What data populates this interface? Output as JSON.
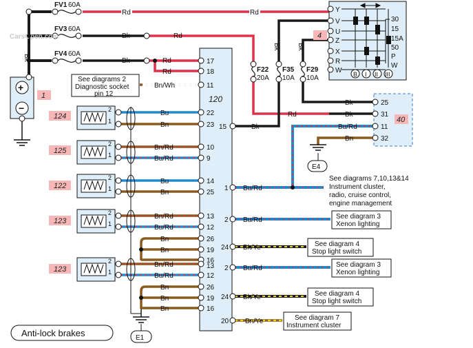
{
  "watermark": "CarsOpen.com",
  "title": "Anti-lock brakes",
  "battery": {
    "ref": "1",
    "plus": "+",
    "minus": "−",
    "wire": "Bk"
  },
  "ignition_switch": {
    "ref": "4",
    "rows": [
      "Y",
      "V",
      "U",
      "Z",
      "X",
      "R",
      "W"
    ],
    "right_pins": [
      "30",
      "15",
      "15A",
      "50",
      "P",
      "W"
    ],
    "positions": [
      "B",
      "I",
      "II",
      "III"
    ]
  },
  "fuses": {
    "fv1": {
      "label": "FV1",
      "rating": "60A"
    },
    "fv3": {
      "label": "FV3",
      "rating": "60A"
    },
    "fv4": {
      "label": "FV4",
      "rating": "60A"
    },
    "f22": {
      "label": "F22",
      "rating": "20A"
    },
    "f35": {
      "label": "F35",
      "rating": "10A"
    },
    "f29": {
      "label": "F29",
      "rating": "10A"
    }
  },
  "wire_colors": {
    "Rd": "#e0304a",
    "Bk": "#1a1a1a",
    "Bu": "#1e8ad0",
    "Bn": "#8b5a1e",
    "Ye": "#f2d600",
    "Wh": "#ffffff"
  },
  "wire_labels": {
    "Rd": "Rd",
    "Bk": "Bk",
    "Bu": "Bu",
    "Bn": "Bn",
    "BuRd": "Bu/Rd",
    "BnRd": "Bn/Rd",
    "BnWh": "Bn/Wh",
    "BkYe": "Bk/Ye",
    "BnYe": "Bn/Ye"
  },
  "module": {
    "ref": "120",
    "left_pins": [
      "17",
      "18",
      "11",
      "22",
      "23",
      "10",
      "9",
      "14",
      "25",
      "13",
      "12",
      "26",
      "19",
      "16",
      "13",
      "12",
      "26",
      "19",
      "16"
    ],
    "right_pins": [
      "15",
      "1",
      "2",
      "24",
      "2",
      "24",
      "20"
    ]
  },
  "diag_socket_note": {
    "line1": "See diagrams 2",
    "line2": "Diagnostic socket",
    "line3": "pin 12"
  },
  "sensors": [
    "124",
    "125",
    "122",
    "123",
    "123"
  ],
  "sensor_pins": [
    "2",
    "1"
  ],
  "connector_40": {
    "ref": "40",
    "pins": [
      "25",
      "31",
      "11",
      "32"
    ]
  },
  "earths": [
    "E4",
    "E1"
  ],
  "notes": {
    "n1": [
      "See diagrams 7,10,13&14",
      "Instrument cluster,",
      "radio, cruise control,",
      "engine management"
    ],
    "n2": [
      "See diagram 3",
      "Xenon lighting"
    ],
    "n3": [
      "See diagram 4",
      "Stop light switch"
    ],
    "n4": [
      "See diagram 3",
      "Xenon lighting"
    ],
    "n5": [
      "See diagram 4",
      "Stop light switch"
    ],
    "n6": [
      "See diagram 7",
      "Instrument cluster"
    ]
  }
}
